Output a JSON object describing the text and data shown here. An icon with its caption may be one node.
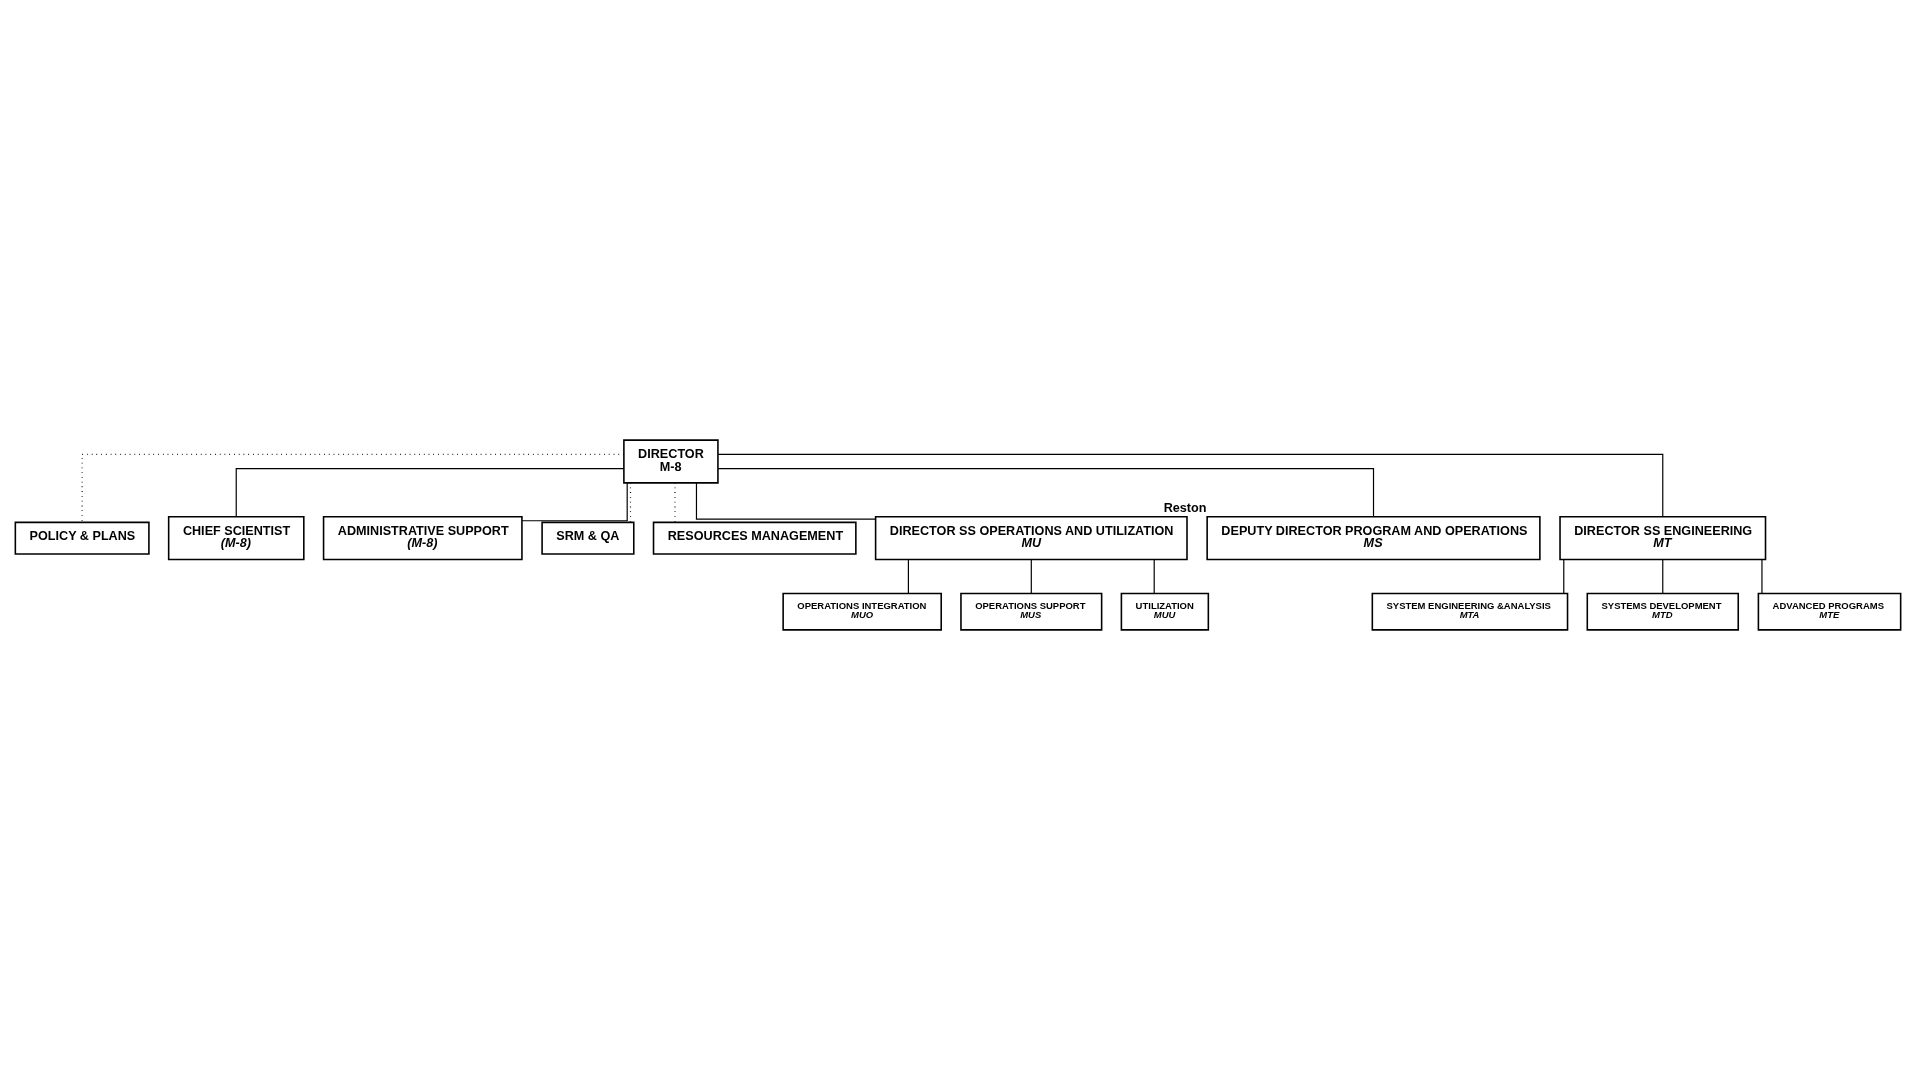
{
  "diagram": {
    "nodes": [
      {
        "text": [
          "DIRECTOR",
          "M-8"
        ]
      },
      {
        "text": [
          "POLICY & PLANS"
        ]
      },
      {
        "text": [
          "CHIEF SCIENTIST",
          "(M-8)"
        ]
      },
      {
        "text": [
          "ADMINISTRATIVE SUPPORT",
          "(M-8)"
        ]
      },
      {
        "text": [
          "SRM & QA"
        ]
      },
      {
        "text": [
          "RESOURCES MANAGEMENT"
        ]
      },
      {
        "text": [
          "DIRECTOR SS OPERATIONS AND UTILIZATION",
          "MU"
        ]
      },
      {
        "text": [
          "DEPUTY DIRECTOR PROGRAM AND OPERATIONS",
          "MS"
        ],
        "beside": [
          "Reston"
        ]
      },
      {
        "text": [
          "DIRECTOR SS ENGINEERING",
          "MT"
        ]
      },
      {
        "text": [
          "OPERATIONS INTEGRATION",
          "MUO"
        ]
      },
      {
        "text": [
          "OPERATIONS SUPPORT",
          "MUS"
        ]
      },
      {
        "text": [
          "UTILIZATION",
          "MUU"
        ]
      },
      {
        "text": [
          "SYSTEM ENGINEERING &ANALYSIS",
          "MTA"
        ]
      },
      {
        "text": [
          "SYSTEMS DEVELOPMENT",
          "MTD"
        ]
      },
      {
        "text": [
          "ADVANCED PROGRAMS",
          "MTE"
        ]
      }
    ],
    "edges": [
      {
        "from": 0,
        "to": 1,
        "arrow": "none",
        "style": "dashed"
      },
      {
        "from": 0,
        "to": 2,
        "arrow": "none"
      },
      {
        "from": 0,
        "to": 3,
        "arrow": "none"
      },
      {
        "from": 0,
        "to": 4,
        "arrow": "none",
        "style": "dashed"
      },
      {
        "from": 0,
        "to": 5,
        "arrow": "none",
        "style": "dashed"
      },
      {
        "from": 0,
        "to": 6,
        "arrow": "none"
      },
      {
        "from": 0,
        "to": 7,
        "arrow": "none"
      },
      {
        "from": 0,
        "to": 8,
        "arrow": "none"
      },
      {
        "from": 6,
        "to": 9,
        "arrow": "none"
      },
      {
        "from": 6,
        "to": 10,
        "arrow": "none"
      },
      {
        "from": 6,
        "to": 11,
        "arrow": "none"
      },
      {
        "from": 8,
        "to": 12,
        "arrow": "none"
      },
      {
        "from": 8,
        "to": 13,
        "arrow": "none"
      },
      {
        "from": 8,
        "to": 14,
        "arrow": "none"
      }
    ]
  }
}
